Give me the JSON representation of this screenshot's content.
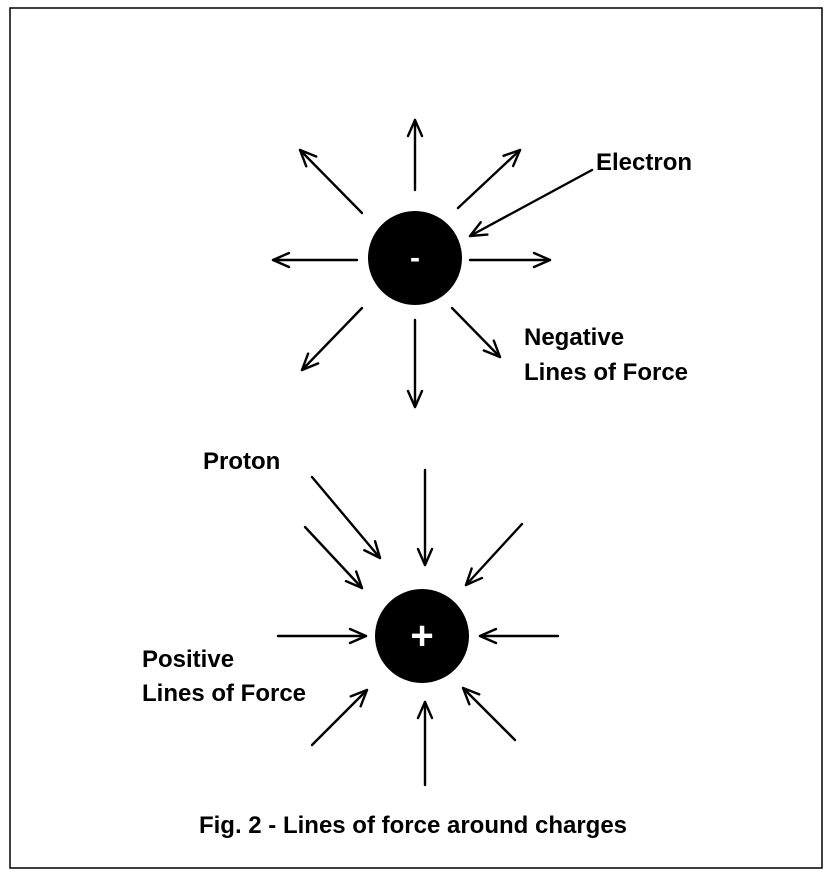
{
  "diagram": {
    "electron": {
      "sign": "-",
      "label": "Electron",
      "lines_label": [
        "Negative",
        "Lines of Force"
      ]
    },
    "proton": {
      "sign": "+",
      "label": "Proton",
      "lines_label": [
        "Positive",
        "Lines of Force"
      ]
    },
    "caption": "Fig. 2 - Lines of force around charges",
    "colors": {
      "ink": "#000000",
      "background": "#ffffff"
    }
  }
}
